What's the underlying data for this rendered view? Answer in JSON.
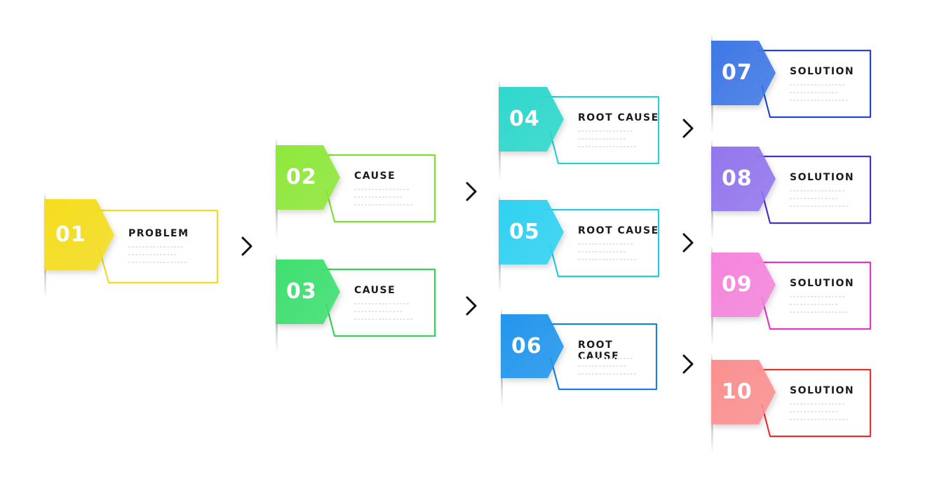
{
  "cards": [
    {
      "number": "01",
      "label": "PROBLEM",
      "color": "#f5dd1e",
      "line": "#f0dd22"
    },
    {
      "number": "02",
      "label": "CAUSE",
      "color": "#8ee83a",
      "line": "#7ce034"
    },
    {
      "number": "03",
      "label": "CAUSE",
      "color": "#3ee070",
      "line": "#36d454"
    },
    {
      "number": "04",
      "label": "ROOT CAUSE",
      "color": "#2ed8cc",
      "line": "#2acfd1"
    },
    {
      "number": "05",
      "label": "ROOT CAUSE",
      "color": "#2fd2f2",
      "line": "#26c9e6"
    },
    {
      "number": "06",
      "label": "ROOT CAUSE",
      "color": "#2196ee",
      "line": "#1e7fe0"
    },
    {
      "number": "07",
      "label": "SOLUTION",
      "color": "#3f78e6",
      "line": "#2446d4"
    },
    {
      "number": "08",
      "label": "SOLUTION",
      "color": "#9376ee",
      "line": "#4a2fcc"
    },
    {
      "number": "09",
      "label": "SOLUTION",
      "color": "#f585dc",
      "line": "#e435c4"
    },
    {
      "number": "10",
      "label": "SOLUTION",
      "color": "#fb9090",
      "line": "#ec3030"
    }
  ],
  "arrow_color": "#111111"
}
